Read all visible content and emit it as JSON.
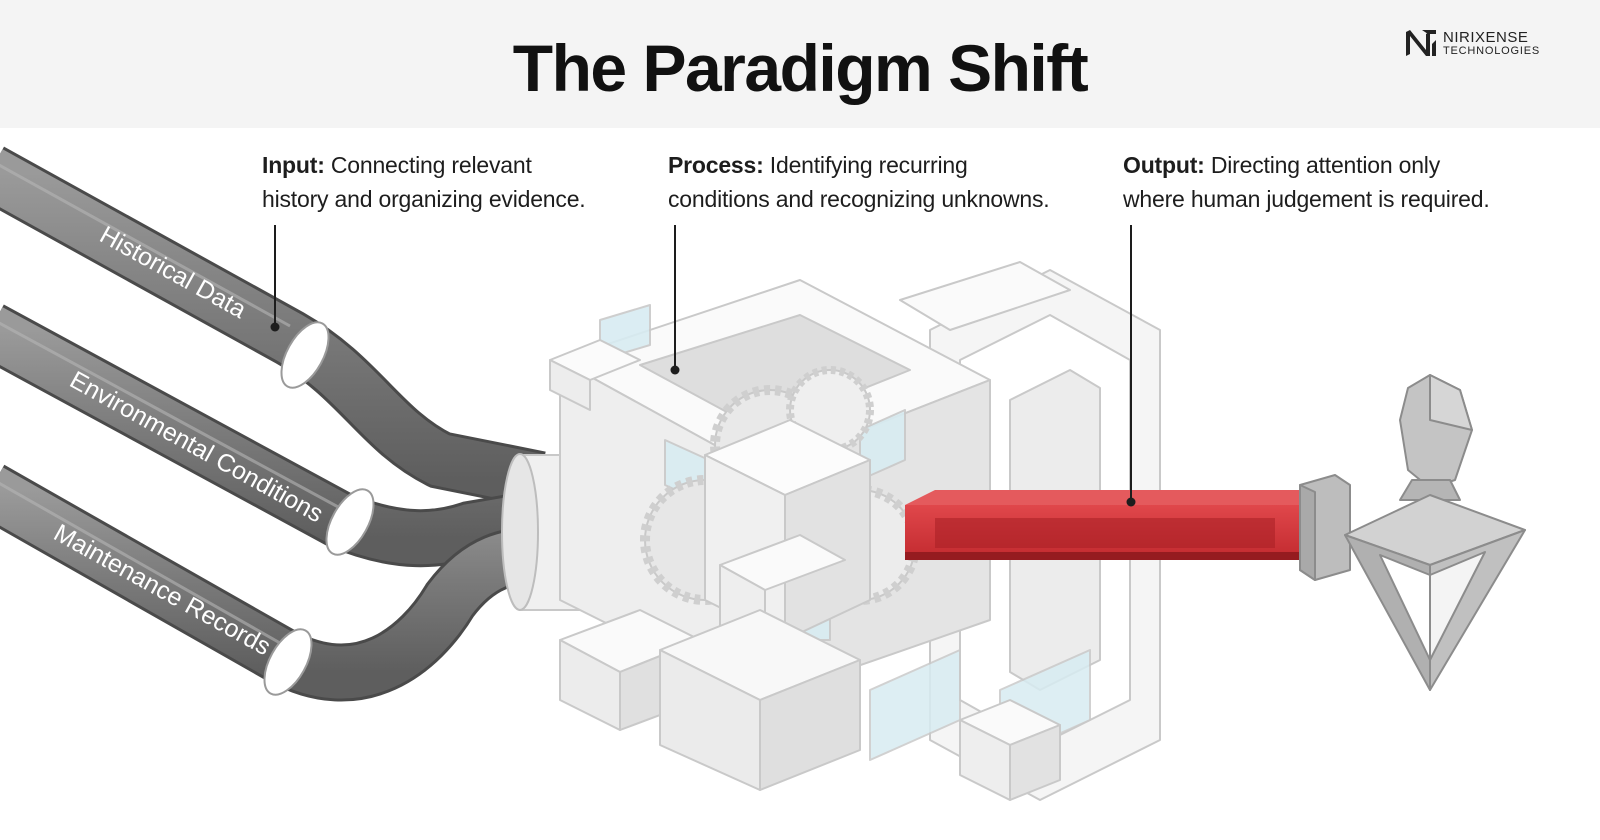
{
  "header": {
    "title": "The Paradigm Shift",
    "logo": {
      "name": "NIRIXENSE",
      "subtitle": "TECHNOLOGIES",
      "icon": "nx-logo-icon"
    }
  },
  "annotations": {
    "input": {
      "label": "Input:",
      "line1": "Connecting relevant",
      "line2": "history and organizing evidence."
    },
    "process": {
      "label": "Process:",
      "line1": "Identifying recurring",
      "line2": "conditions and recognizing unknowns."
    },
    "output": {
      "label": "Output:",
      "line1": "Directing attention only",
      "line2": "where human judgement is required."
    }
  },
  "pipes": [
    {
      "label": "Historical Data"
    },
    {
      "label": "Environmental Conditions"
    },
    {
      "label": "Maintenance Records"
    }
  ],
  "colors": {
    "pipe": "#7a7a7a",
    "engine": "#f2f2f2",
    "glass": "#d8ecf2",
    "output_beam": "#c9262b",
    "pointer": "#b9b9b9",
    "title": "#111111"
  }
}
